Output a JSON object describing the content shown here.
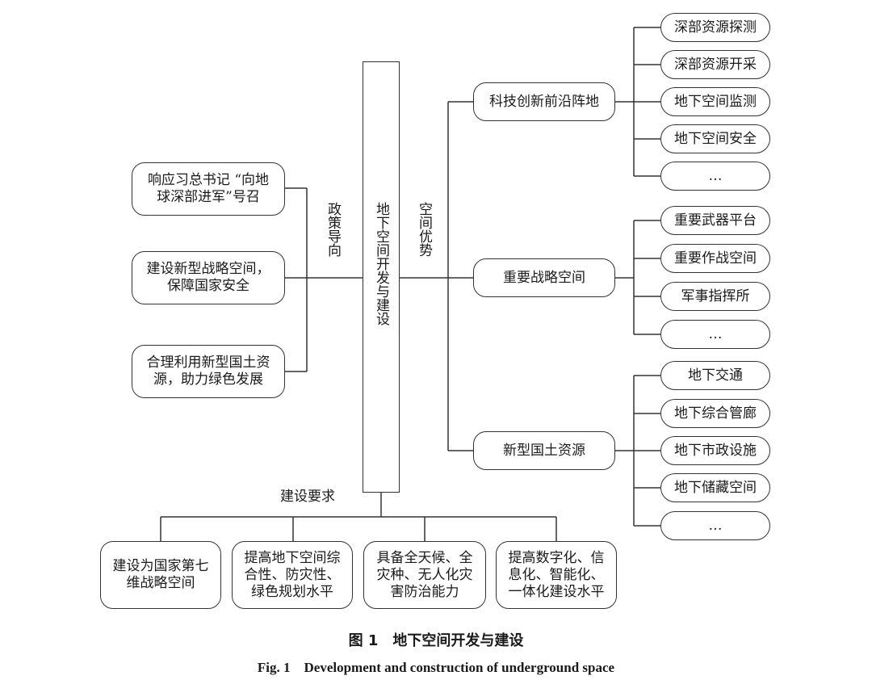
{
  "center": "地下空间开发与建设",
  "left_label": "政策导向",
  "right_label": "空间优势",
  "bottom_label": "建设要求",
  "left_boxes": [
    "响应习总书记 “向地球深部进军”号召",
    "建设新型战略空间，保障国家安全",
    "合理利用新型国土资源，助力绿色发展"
  ],
  "right_groups": [
    {
      "title": "科技创新前沿阵地",
      "items": [
        "深部资源探测",
        "深部资源开采",
        "地下空间监测",
        "地下空间安全",
        "…"
      ]
    },
    {
      "title": "重要战略空间",
      "items": [
        "重要武器平台",
        "重要作战空间",
        "军事指挥所",
        "…"
      ]
    },
    {
      "title": "新型国土资源",
      "items": [
        "地下交通",
        "地下综合管廊",
        "地下市政设施",
        "地下储藏空间",
        "…"
      ]
    }
  ],
  "bottom_boxes": [
    "建设为国家第七维战略空间",
    "提高地下空间综合性、防灾性、绿色规划水平",
    "具备全天候、全灾种、无人化灾害防治能力",
    "提高数字化、信息化、智能化、一体化建设水平"
  ],
  "caption_zh": "图 1　地下空间开发与建设",
  "caption_en": "Fig. 1　Development and construction of underground space"
}
